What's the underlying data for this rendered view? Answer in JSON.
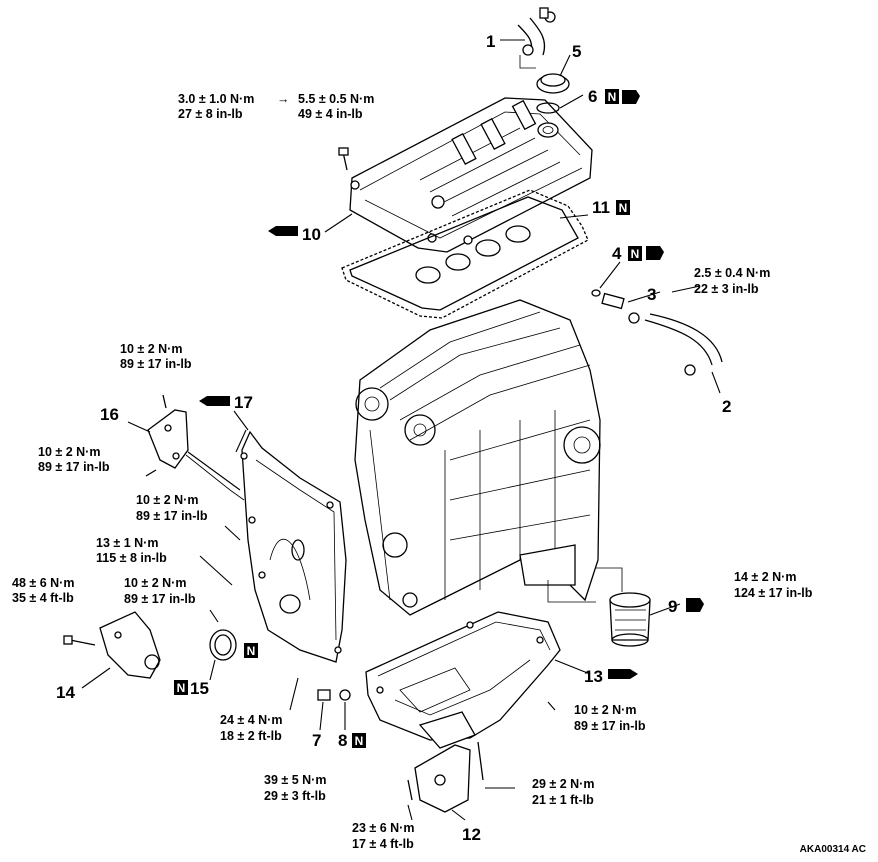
{
  "callouts": {
    "c1": "1",
    "c2": "2",
    "c3": "3",
    "c4": "4",
    "c5": "5",
    "c6": "6",
    "c7": "7",
    "c8": "8",
    "c9": "9",
    "c10": "10",
    "c11": "11",
    "c12": "12",
    "c13": "13",
    "c14": "14",
    "c15": "15",
    "c16": "16",
    "c17": "17"
  },
  "symbols": {
    "new_part": "N"
  },
  "torques": {
    "rocker_cover_a1": "3.0 ± 1.0 N·m",
    "rocker_cover_a2": "27 ± 8 in-lb",
    "rocker_cover_b1": "5.5 ± 0.5 N·m",
    "rocker_cover_b2": "49 ± 4 in-lb",
    "arrow": "→",
    "pcv_valve1": "2.5 ± 0.4 N·m",
    "pcv_valve2": "22 ± 3 in-lb",
    "bracket_top1": "10 ± 2 N·m",
    "bracket_top2": "89 ± 17 in-lb",
    "bracket_side1": "10 ± 2 N·m",
    "bracket_side2": "89 ± 17 in-lb",
    "chain_case_a1": "10 ± 2 N·m",
    "chain_case_a2": "89 ± 17 in-lb",
    "chain_case_b1": "13 ± 1 N·m",
    "chain_case_b2": "115 ± 8 in-lb",
    "chain_case_c1": "10 ± 2 N·m",
    "chain_case_c2": "89 ± 17 in-lb",
    "engine_support1": "48 ± 6 N·m",
    "engine_support2": "35 ± 4 ft-lb",
    "oil_filter1": "14 ± 2 N·m",
    "oil_filter2": "124 ± 17 in-lb",
    "oil_pan1": "10 ± 2 N·m",
    "oil_pan2": "89 ± 17 in-lb",
    "chain_case_low1": "24 ± 4 N·m",
    "chain_case_low2": "18 ± 2 ft-lb",
    "drain_plug1": "39 ± 5 N·m",
    "drain_plug2": "29 ± 3 ft-lb",
    "bracket12_a1": "29 ± 2 N·m",
    "bracket12_a2": "21 ± 1 ft-lb",
    "bracket12_b1": "23 ± 6 N·m",
    "bracket12_b2": "17 ± 4 ft-lb"
  },
  "figure_code": "AKA00314 AC"
}
